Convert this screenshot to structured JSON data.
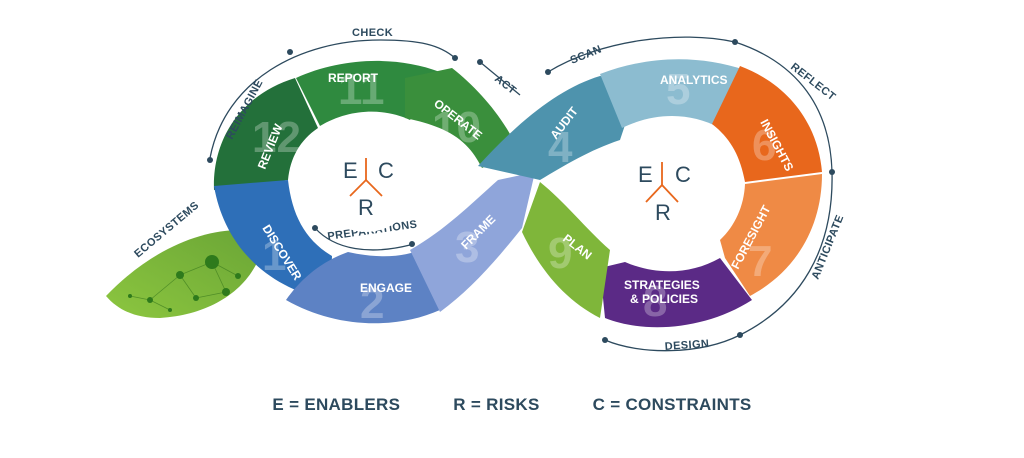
{
  "colors": {
    "dark_green": "#23703a",
    "mid_green": "#2f8a3f",
    "blue": "#2e6fb8",
    "periwinkle": "#5d82c4",
    "light_periwinkle": "#8fa5da",
    "steel_blue": "#4e93ad",
    "light_steel_blue": "#8cbcd0",
    "orange": "#e8671c",
    "light_orange": "#ef8a45",
    "purple": "#5b2a86",
    "lime": "#7fb63a",
    "text": "#2d4a5e"
  },
  "segments": [
    {
      "num": "1",
      "label": "DISCOVER"
    },
    {
      "num": "2",
      "label": "ENGAGE"
    },
    {
      "num": "3",
      "label": "FRAME"
    },
    {
      "num": "4",
      "label": "AUDIT"
    },
    {
      "num": "5",
      "label": "ANALYTICS"
    },
    {
      "num": "6",
      "label": "INSIGHTS"
    },
    {
      "num": "7",
      "label": "FORESIGHT"
    },
    {
      "num": "8",
      "label_line1": "STRATEGIES",
      "label_line2": "& POLICIES"
    },
    {
      "num": "9",
      "label": "PLAN"
    },
    {
      "num": "10",
      "label": "OPERATE"
    },
    {
      "num": "11",
      "label": "REPORT"
    },
    {
      "num": "12",
      "label": "REVIEW"
    }
  ],
  "arcs": {
    "check": "CHECK",
    "reimagine": "REIMAGINE",
    "ecosystems": "ECOSYSTEMS",
    "preparations": "PREPARATIONS",
    "act": "ACT",
    "scan": "SCAN",
    "reflect": "REFLECT",
    "anticipate": "ANTICIPATE",
    "design": "DESIGN"
  },
  "hubs": {
    "left": {
      "e": "E",
      "c": "C",
      "r": "R"
    },
    "right": {
      "e": "E",
      "c": "C",
      "r": "R"
    }
  },
  "legend": {
    "e": "E = ENABLERS",
    "r": "R = RISKS",
    "c": "C = CONSTRAINTS"
  }
}
